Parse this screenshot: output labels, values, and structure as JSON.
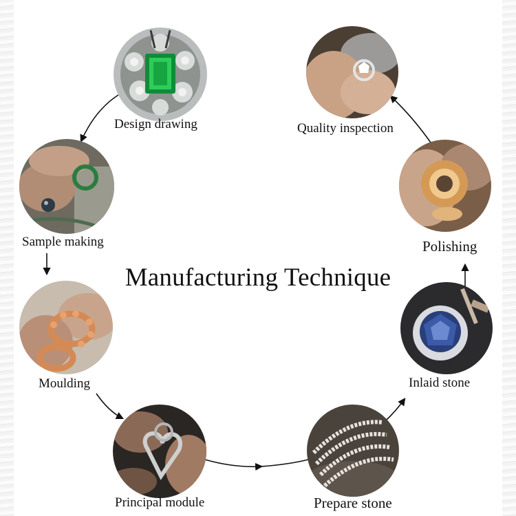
{
  "title": "Manufacturing Technique",
  "steps": [
    {
      "label": "Design drawing",
      "icon": "emerald-ring-photo"
    },
    {
      "label": "Sample making",
      "icon": "wax-ring-carving-photo"
    },
    {
      "label": "Moulding",
      "icon": "wax-ring-mould-photo"
    },
    {
      "label": "Principal module",
      "icon": "metal-heart-ring-photo"
    },
    {
      "label": "Prepare stone",
      "icon": "diamond-band-rings-photo"
    },
    {
      "label": "Inlaid stone",
      "icon": "sapphire-setting-photo"
    },
    {
      "label": "Polishing",
      "icon": "ring-polishing-photo"
    },
    {
      "label": "Quality inspection",
      "icon": "diamond-ring-inspection-photo"
    }
  ],
  "colors": {
    "background": "#ffffff",
    "text": "#111111",
    "arrow": "#111111"
  }
}
